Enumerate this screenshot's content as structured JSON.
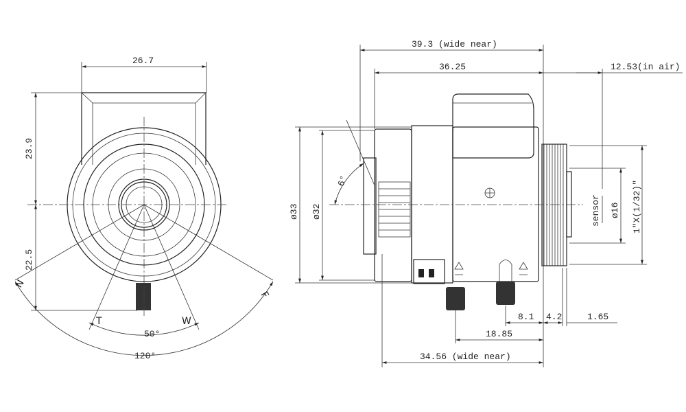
{
  "front_view": {
    "width": "26.7",
    "upper_height": "23.9",
    "lower_height": "22.5",
    "near_label": "N",
    "far_label": "F",
    "tele_label": "T",
    "wide_label": "W",
    "small_angle": "50°",
    "large_angle": "120°"
  },
  "side_view": {
    "total_length": "39.3 (wide near)",
    "body_length": "36.25",
    "back_focus": "12.53(in air)",
    "outer_diameter": "ø33",
    "inner_diameter": "ø32",
    "tilt_angle": "6°",
    "sensor_label": "sensor",
    "sensor_diameter": "ø16",
    "thread": "1\"X(1/32)\"",
    "dim_8_1": "8.1",
    "dim_4_2": "4.2",
    "dim_1_65": "1.65",
    "dim_18_85": "18.85",
    "dim_34_56": "34.56 (wide near)"
  }
}
